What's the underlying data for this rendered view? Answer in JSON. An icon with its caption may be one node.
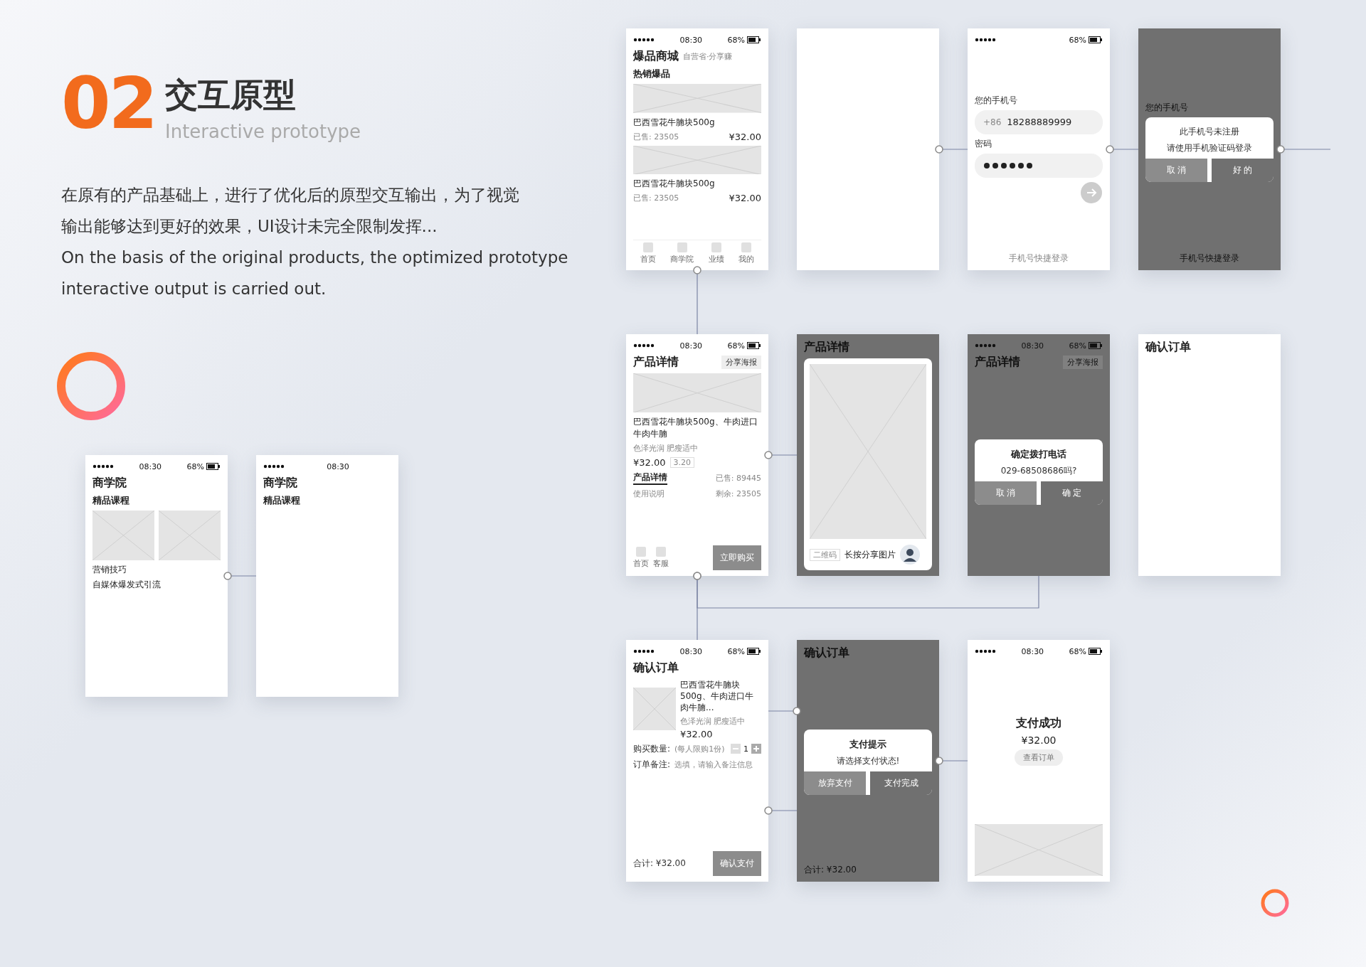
{
  "diagram": {
    "title": "交互原型",
    "nodes": [
      {
        "text": [
          "08:30",
          "68%",
          "爆品商城",
          "自营省·分享赚",
          "热销爆品",
          "巴西雪花牛腩块500g",
          "已售: 23505",
          "¥32.00",
          "巴西雪花牛腩块500g",
          "已售: 23505",
          "¥32.00",
          "首页",
          "商学院",
          "业绩",
          "我的"
        ]
      },
      {
        "text": [
          "68%",
          "您的手机号",
          "+86",
          "18288889999",
          "密码",
          "手机号快捷登录"
        ]
      },
      {
        "text": [
          "08:30",
          "68%",
          "产品详情",
          "分享海报",
          "巴西雪花牛腩块500g、牛肉进口牛肉牛腩",
          "色泽光润 肥瘦适中",
          "¥32.00",
          "3.20",
          "产品详情",
          "已售: 89445",
          "使用说明",
          "剩余: 23505",
          "首页",
          "客服",
          "立即购买"
        ]
      },
      {
        "text": [
          "您的手机号",
          "此手机号未注册",
          "请使用手机验证码登录",
          "取 消",
          "好 的",
          "手机号快捷登录"
        ]
      },
      {
        "text": [
          "08:30",
          "68%",
          "确认订单",
          "巴西雪花牛腩块500g、牛肉进口牛肉牛腩...",
          "色泽光润 肥瘦适中",
          "¥32.00",
          "购买数量:",
          "(每人限购1份)",
          "1",
          "订单备注:",
          "选填，请输入备注信息",
          "合计: ¥32.00",
          "确认支付"
        ]
      },
      {
        "text": [
          "产品详情",
          "二维码",
          "长按分享图片"
        ]
      },
      {
        "text": [
          "确认订单",
          "支付提示",
          "请选择支付状态!",
          "放弃支付",
          "支付完成",
          "合计: ¥32.00"
        ]
      },
      {
        "text": [
          "08:30",
          "68%",
          "产品详情",
          "分享海报",
          "确定拨打电话",
          "029-68508686吗?",
          "取 消",
          "确 定"
        ]
      },
      {
        "text": [
          "08:30",
          "68%",
          "支付成功",
          "¥32.00",
          "查看订单"
        ]
      },
      {
        "text": [
          "08:30",
          "68%",
          "商学院",
          "精品课程",
          "营销技巧",
          "自媒体爆发式引流"
        ]
      },
      {
        "text": [
          "08:30",
          "商学院",
          "精品课程"
        ]
      },
      {
        "text": [
          "确认订单"
        ]
      },
      {
        "text": [],
        "shape": "box"
      }
    ],
    "edges": [
      {
        "from": 0,
        "to": 2,
        "arrow": "other"
      },
      {
        "from": 12,
        "to": 1,
        "arrow": "other"
      },
      {
        "from": 1,
        "to": 3,
        "arrow": "other"
      },
      {
        "from": 2,
        "to": 5,
        "arrow": "other"
      },
      {
        "from": 2,
        "to": 4,
        "arrow": "other"
      },
      {
        "from": 2,
        "to": 7,
        "arrow": "other"
      },
      {
        "from": 4,
        "to": 6,
        "arrow": "other"
      },
      {
        "from": 6,
        "to": 8,
        "arrow": "other"
      },
      {
        "from": 6,
        "to": 4,
        "arrow": "other"
      },
      {
        "from": 3,
        "to": null,
        "arrow": "other"
      },
      {
        "from": 9,
        "to": 10,
        "arrow": "other"
      }
    ],
    "labels": [
      "02",
      "Interactive prototype",
      "在原有的产品基础上，进行了优化后的原型交互输出，为了视觉输出能够达到更好的效果，UI设计未完全限制发挥...",
      "On the basis of the original products, the optimized prototype interactive output is carried out."
    ]
  }
}
